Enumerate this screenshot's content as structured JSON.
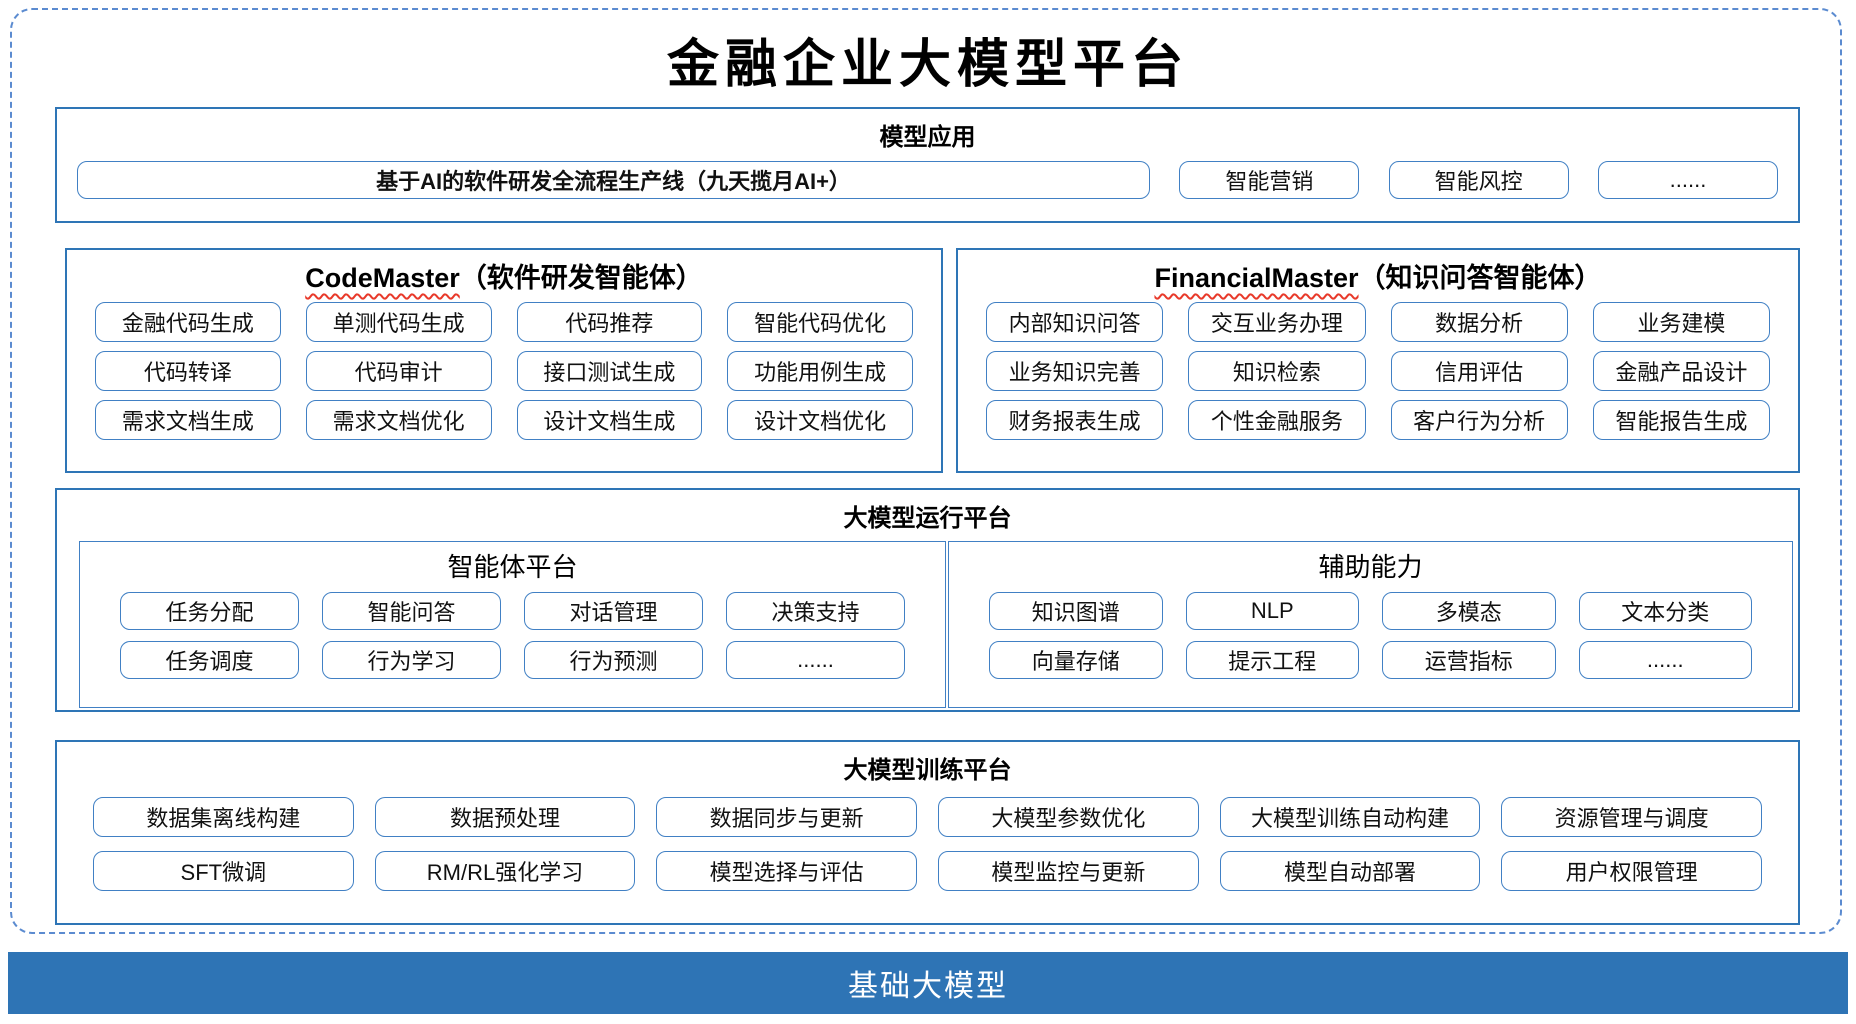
{
  "page": {
    "title": "金融企业大模型平台",
    "footer": "基础大模型"
  },
  "colors": {
    "section_border": "#2e75b6",
    "item_border": "#4180c4",
    "dashed_frame": "#5b8bd0",
    "footer_bg": "#2e74b5",
    "squiggle_red": "#e8392a"
  },
  "sections": {
    "apps": {
      "title": "模型应用",
      "main_item": "基于AI的软件研发全流程生产线（九天揽月AI+）",
      "items": [
        "智能营销",
        "智能风控",
        "......"
      ]
    },
    "code_master": {
      "title_en": "CodeMaster",
      "title_zh": "（软件研发智能体）",
      "items": [
        "金融代码生成",
        "单测代码生成",
        "代码推荐",
        "智能代码优化",
        "代码转译",
        "代码审计",
        "接口测试生成",
        "功能用例生成",
        "需求文档生成",
        "需求文档优化",
        "设计文档生成",
        "设计文档优化"
      ]
    },
    "financial_master": {
      "title_en": "FinancialMaster",
      "title_zh": "（知识问答智能体）",
      "items": [
        "内部知识问答",
        "交互业务办理",
        "数据分析",
        "业务建模",
        "业务知识完善",
        "知识检索",
        "信用评估",
        "金融产品设计",
        "财务报表生成",
        "个性金融服务",
        "客户行为分析",
        "智能报告生成"
      ]
    },
    "runtime": {
      "title": "大模型运行平台",
      "agent_platform": {
        "title": "智能体平台",
        "items": [
          "任务分配",
          "智能问答",
          "对话管理",
          "决策支持",
          "任务调度",
          "行为学习",
          "行为预测",
          "......"
        ]
      },
      "aux": {
        "title": "辅助能力",
        "items": [
          "知识图谱",
          "NLP",
          "多模态",
          "文本分类",
          "向量存储",
          "提示工程",
          "运营指标",
          "......"
        ]
      }
    },
    "training": {
      "title": "大模型训练平台",
      "items": [
        "数据集离线构建",
        "数据预处理",
        "数据同步与更新",
        "大模型参数优化",
        "大模型训练自动构建",
        "资源管理与调度",
        "SFT微调",
        "RM/RL强化学习",
        "模型选择与评估",
        "模型监控与更新",
        "模型自动部署",
        "用户权限管理"
      ]
    }
  }
}
